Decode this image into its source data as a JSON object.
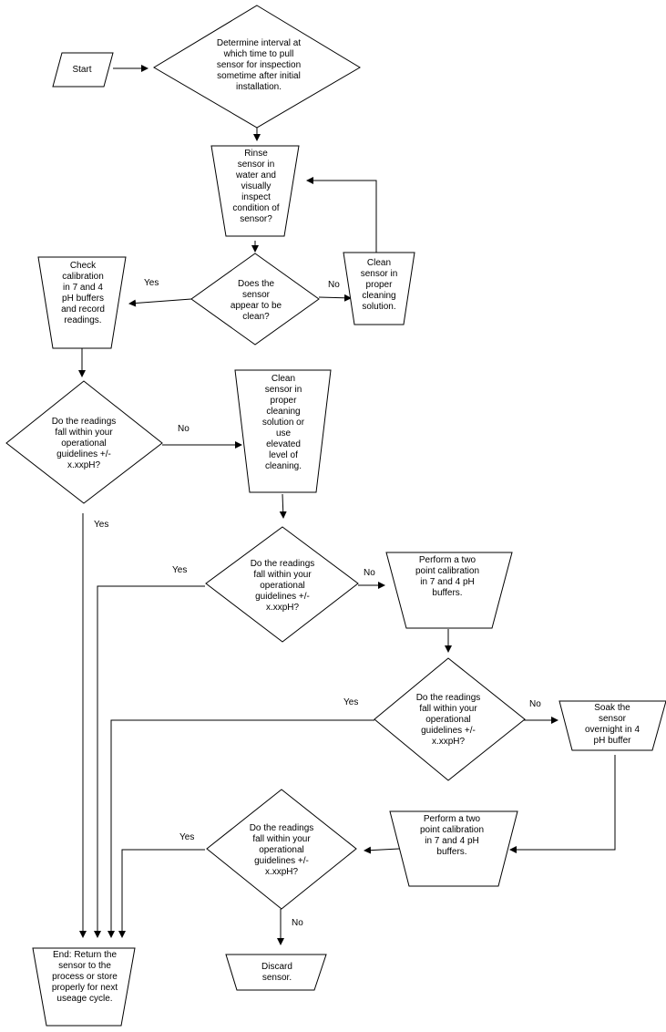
{
  "nodes": {
    "start": {
      "lines": [
        "Start"
      ]
    },
    "determine": {
      "lines": [
        "Determine interval at",
        "which time to pull",
        "sensor for inspection",
        "sometime after initial",
        "installation."
      ]
    },
    "rinse": {
      "lines": [
        "Rinse",
        "sensor in",
        "water and",
        "visually",
        "inspect",
        "condition of",
        "sensor?"
      ]
    },
    "clean_check": {
      "lines": [
        "Does the",
        "sensor",
        "appear to be",
        "clean?"
      ]
    },
    "clean_solution": {
      "lines": [
        "Clean",
        "sensor in",
        "proper",
        "cleaning",
        "solution."
      ]
    },
    "check_calibration": {
      "lines": [
        "Check",
        "calibration",
        "in 7 and 4",
        "pH buffers",
        "and record",
        "readings."
      ]
    },
    "readings_1": {
      "lines": [
        "Do the readings",
        "fall within your",
        "operational",
        "guidelines +/-",
        "x.xxpH?"
      ]
    },
    "clean_elevated": {
      "lines": [
        "Clean",
        "sensor in",
        "proper",
        "cleaning",
        "solution or",
        "use",
        "elevated",
        "level of",
        "cleaning."
      ]
    },
    "readings_2": {
      "lines": [
        "Do the readings",
        "fall within your",
        "operational",
        "guidelines +/-",
        "x.xxpH?"
      ]
    },
    "two_point_1": {
      "lines": [
        "Perform a two",
        "point calibration",
        "in 7 and 4 pH",
        "buffers."
      ]
    },
    "readings_3": {
      "lines": [
        "Do the readings",
        "fall within your",
        "operational",
        "guidelines +/-",
        "x.xxpH?"
      ]
    },
    "soak": {
      "lines": [
        "Soak the",
        "sensor",
        "overnight in 4",
        "pH buffer"
      ]
    },
    "two_point_2": {
      "lines": [
        "Perform a two",
        "point calibration",
        "in 7 and 4 pH",
        "buffers."
      ]
    },
    "readings_4": {
      "lines": [
        "Do the readings",
        "fall within your",
        "operational",
        "guidelines +/-",
        "x.xxpH?"
      ]
    },
    "end": {
      "lines": [
        "End:  Return the",
        "sensor to the",
        "process or store",
        "properly for next",
        "useage cycle."
      ]
    },
    "discard": {
      "lines": [
        "Discard",
        "sensor."
      ]
    }
  },
  "edge_labels": {
    "yes_clean": "Yes",
    "no_clean": "No",
    "no_readings_1": "No",
    "yes_readings_1": "Yes",
    "yes_readings_2": "Yes",
    "no_readings_2": "No",
    "yes_readings_3": "Yes",
    "no_readings_3": "No",
    "yes_readings_4": "Yes",
    "no_readings_4": "No"
  }
}
